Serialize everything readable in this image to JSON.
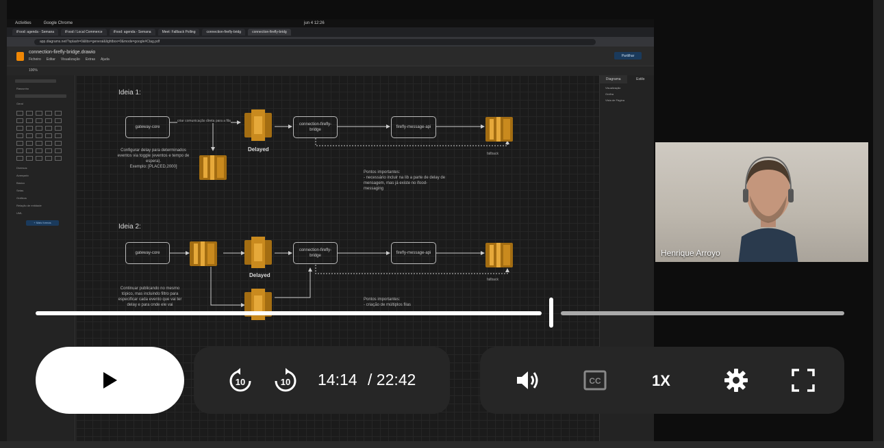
{
  "os": {
    "activities": "Activities",
    "app": "Google Chrome",
    "clock": "jun 4  12:26"
  },
  "browser": {
    "tabs": [
      "iFood: agenda - Semana",
      "iFood / Local Commerce",
      "iFood: agenda - Semana",
      "Meet: Fallback Polling",
      "connection-firefly-bridg",
      "connection-firefly-bridg"
    ],
    "url": "app.diagrams.net/?splash=0&libs=general&lightbox=0&mode=google#Ctag.pdf"
  },
  "drawio": {
    "file_title": "connection-firefly-bridge.drawio",
    "menu": [
      "Ficheiro",
      "Editar",
      "Visualização",
      "Extras",
      "Ajuda"
    ],
    "share": "Partilhar",
    "zoom": "100%",
    "sidebar_sections": [
      "Rascunho",
      "Geral",
      "Diversos",
      "Avançado",
      "Básico",
      "Setas",
      "Gráficos",
      "Relação de entidade",
      "UML"
    ],
    "more_shapes": "+ Mais formas",
    "right_tabs": [
      "Diagrama",
      "Estilo"
    ],
    "right_items": [
      "Visualização",
      "Grelha",
      "Vista de Página"
    ]
  },
  "diagram": {
    "idea1": {
      "title": "Ideia 1:",
      "gateway": "gateway-core",
      "edge_label": "criar comunicação direta para a fila",
      "delayed": "Delayed",
      "bridge": "connection-firefly-bridge",
      "api": "firefly-message-api",
      "fallback": "fallback",
      "config_note": "Configurar delay para determinados eventos via toggle (eventos e tempo de espera).\nExemplo: [PLACED,2000]",
      "points_note": "Pontos importantes:\n- necessário incluir na lib a parte de delay de mensagem, mas já existe no ifood-messaging"
    },
    "idea2": {
      "title": "Ideia 2:",
      "gateway": "gateway-core",
      "delayed": "Delayed",
      "bridge": "connection-firefly-bridge",
      "api": "firefly-message-api",
      "fallback": "fallback",
      "continue_note": "Continuar publicando no mesmo tópico, mas incluindo filtro para especificar cada evento que vai ter delay e para onde ele vai",
      "points_note": "Pontos importantes:\n- criação de múltiplos filas"
    }
  },
  "webcam": {
    "name": "Henrique Arroyo"
  },
  "player": {
    "progress": 0.635,
    "current_time": "14:14",
    "total_time": "/ 22:42",
    "speed": "1X",
    "rewind_seconds": "10",
    "forward_seconds": "10"
  }
}
